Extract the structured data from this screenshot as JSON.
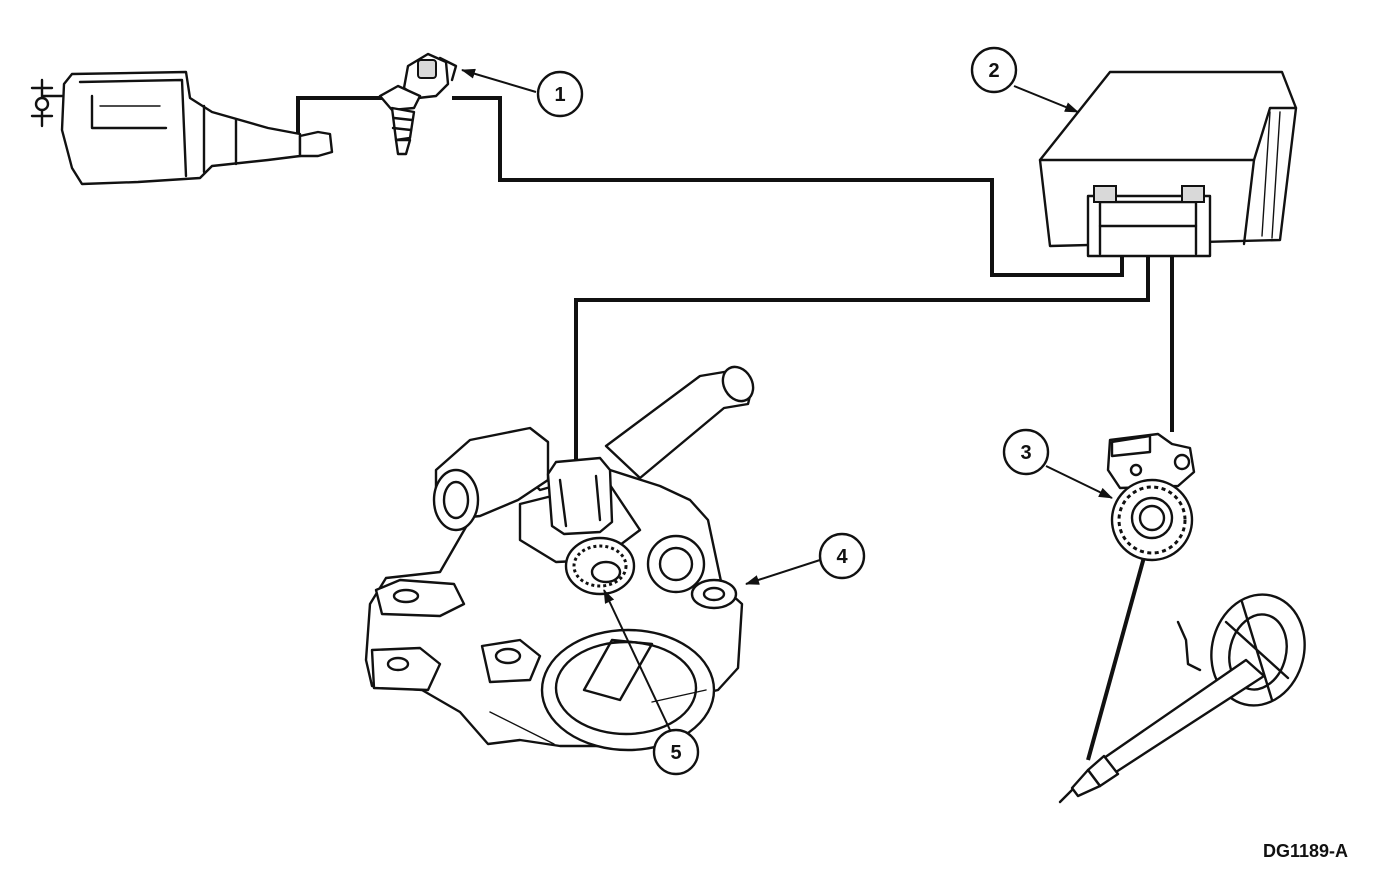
{
  "callouts": [
    {
      "id": "1",
      "label": "1"
    },
    {
      "id": "2",
      "label": "2"
    },
    {
      "id": "3",
      "label": "3"
    },
    {
      "id": "4",
      "label": "4"
    },
    {
      "id": "5",
      "label": "5"
    }
  ],
  "figure_id": "DG1189-A"
}
